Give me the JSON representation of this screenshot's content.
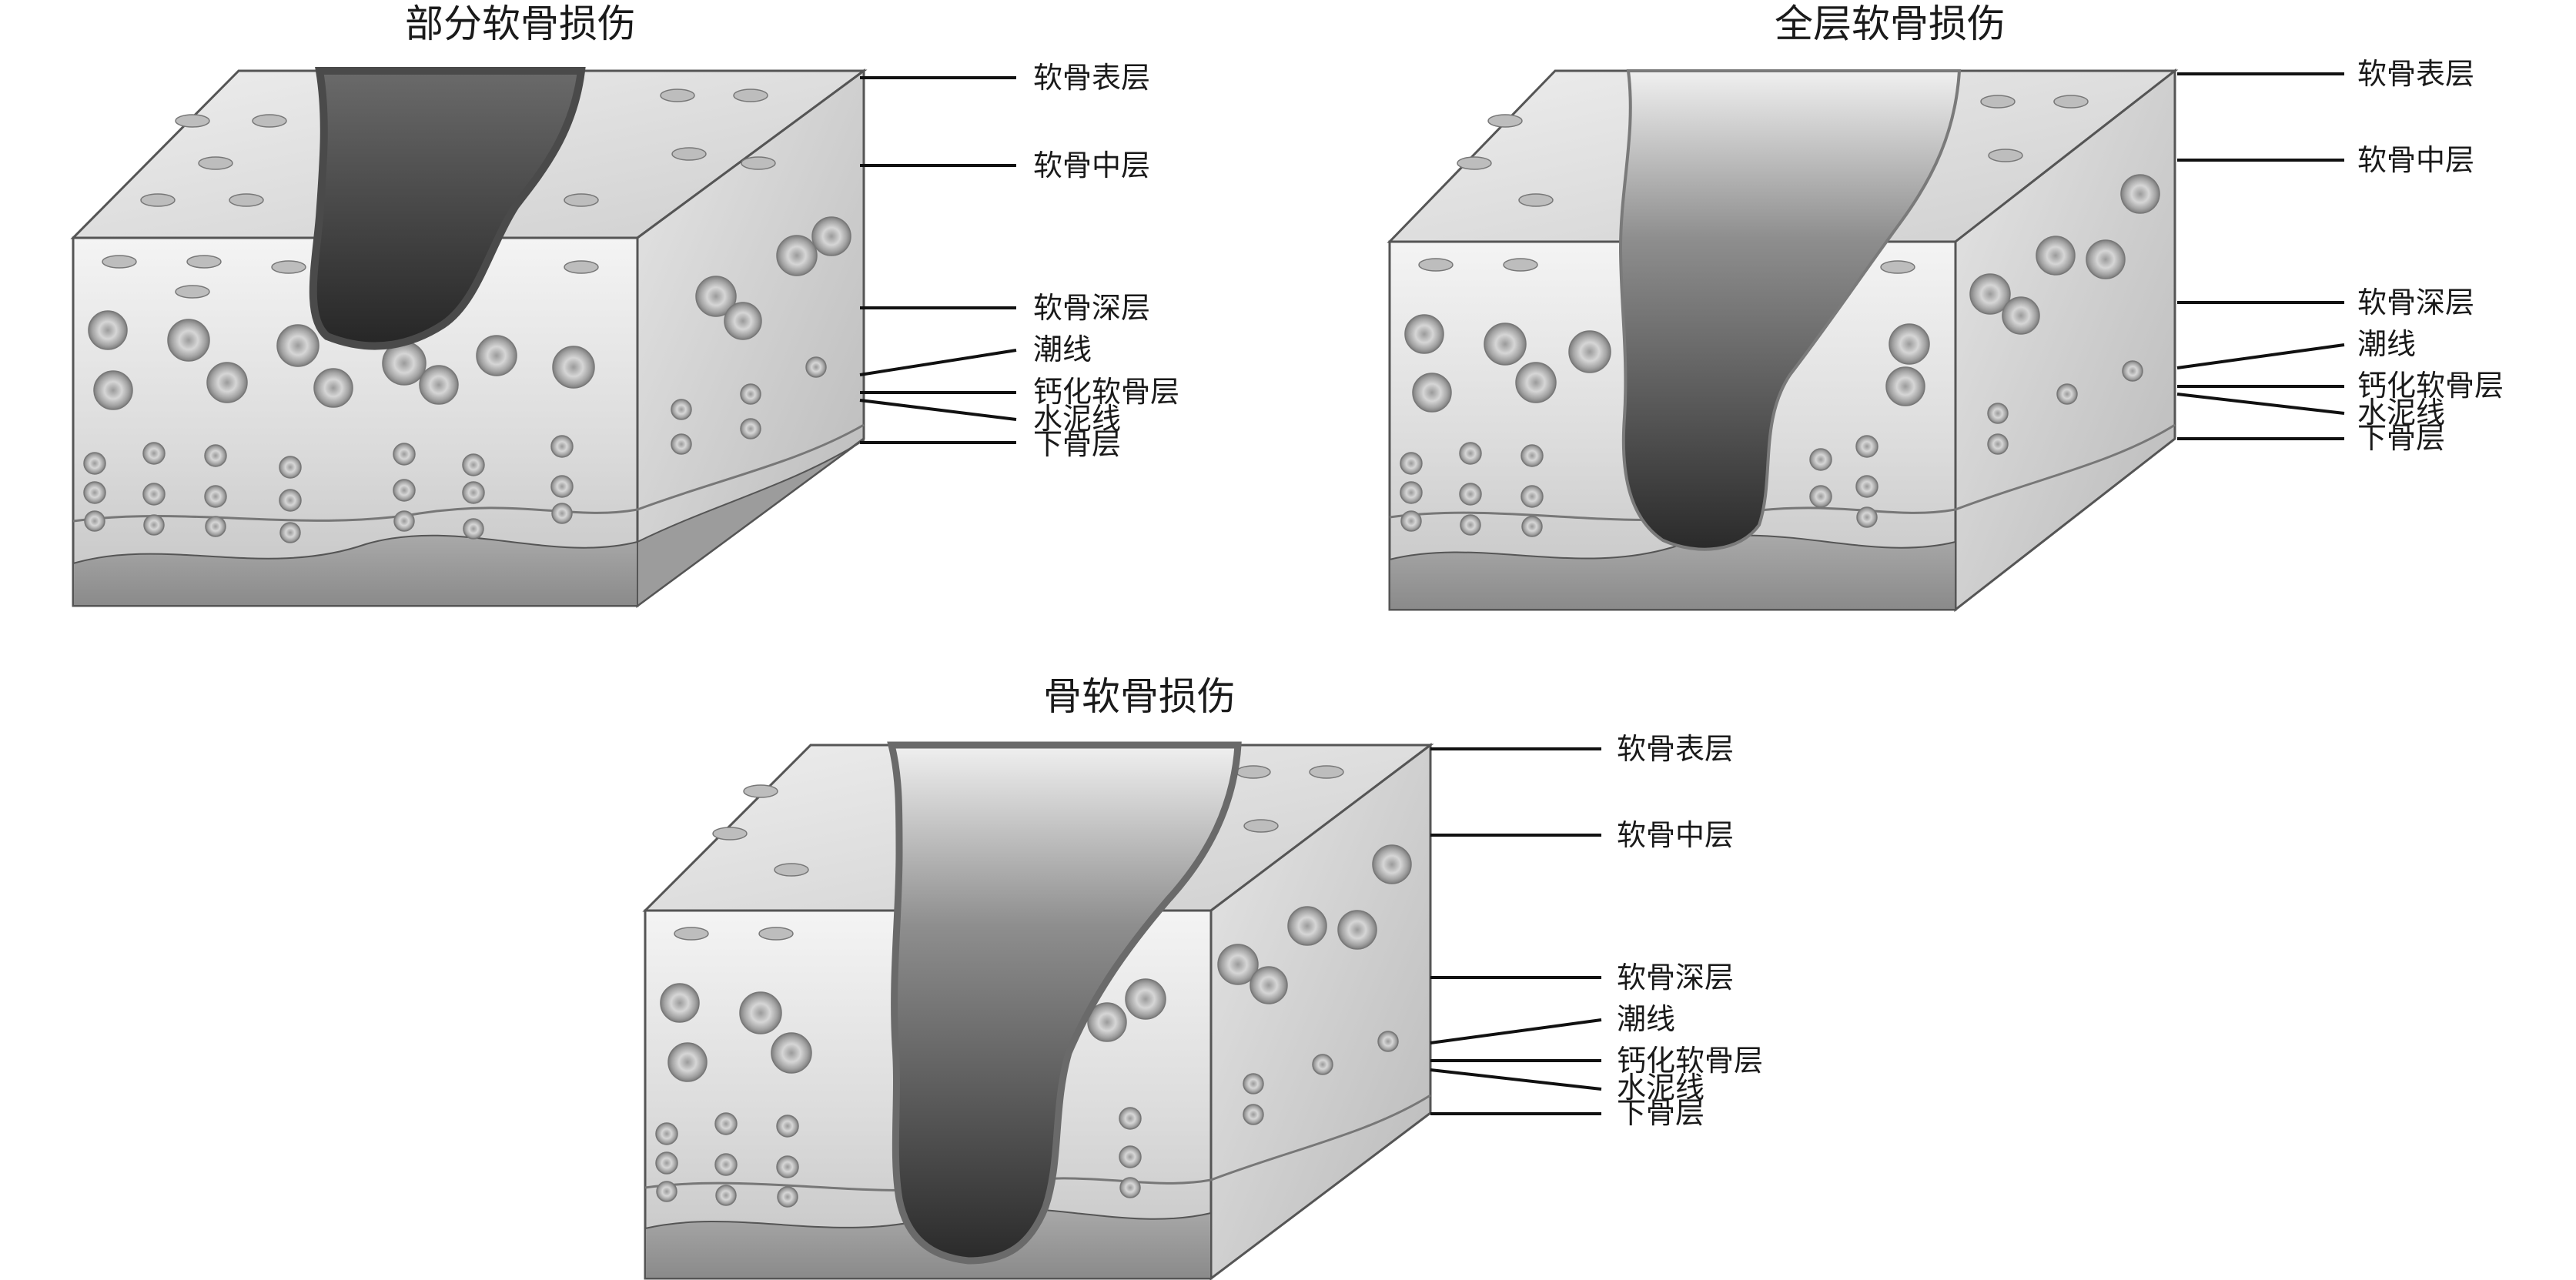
{
  "panels": [
    {
      "title": "部分软骨损伤",
      "labels": [
        "软骨表层",
        "软骨中层",
        "软骨深层",
        "潮线",
        "钙化软骨层",
        "水泥线",
        "下骨层"
      ]
    },
    {
      "title": "全层软骨损伤",
      "labels": [
        "软骨表层",
        "软骨中层",
        "软骨深层",
        "潮线",
        "钙化软骨层",
        "水泥线",
        "下骨层"
      ]
    },
    {
      "title": "骨软骨损伤",
      "labels": [
        "软骨表层",
        "软骨中层",
        "软骨深层",
        "潮线",
        "钙化软骨层",
        "水泥线",
        "下骨层"
      ]
    }
  ]
}
